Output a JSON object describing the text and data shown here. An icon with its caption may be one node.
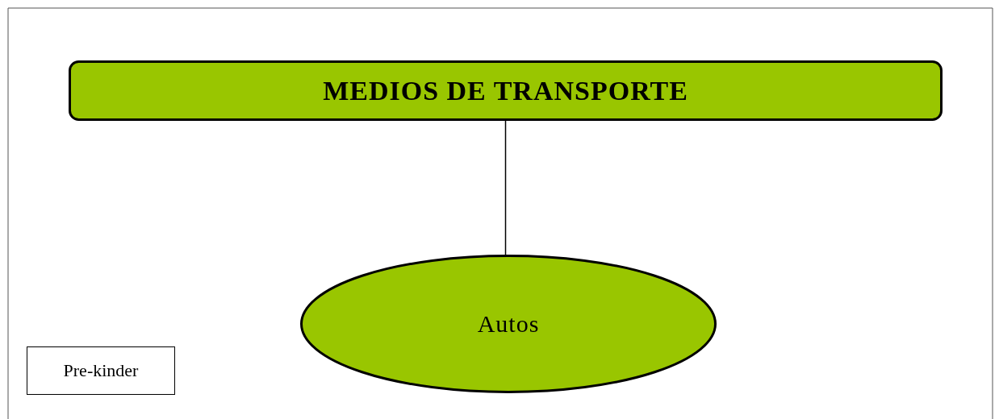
{
  "diagram": {
    "nodes": [
      {
        "text": [
          "MEDIOS DE TRANSPORTE"
        ]
      },
      {
        "text": [
          "Autos"
        ]
      },
      {
        "text": [
          "Pre-kinder"
        ]
      }
    ],
    "edges": [
      {
        "from": 0,
        "to": 1,
        "arrow": "none"
      }
    ]
  }
}
